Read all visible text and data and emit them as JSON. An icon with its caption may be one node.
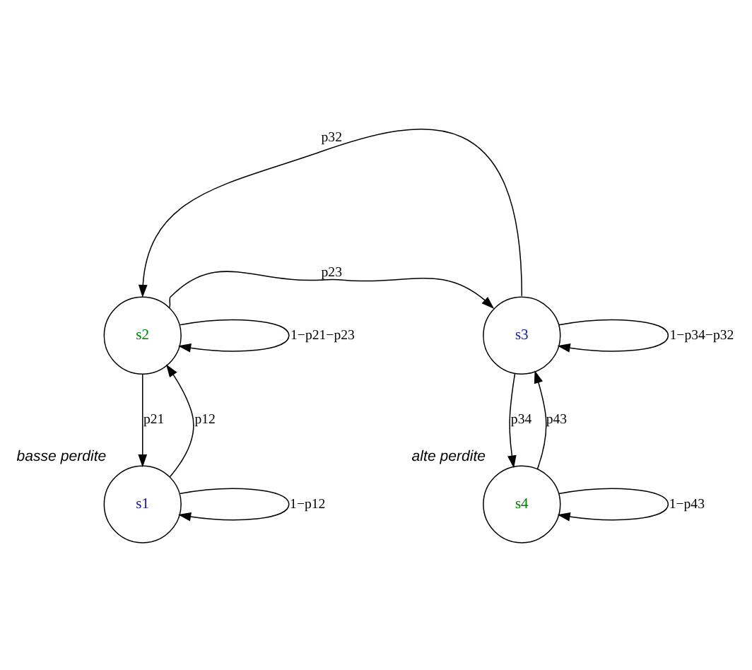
{
  "diagram": {
    "nodes": [
      {
        "text": [
          "s2"
        ]
      },
      {
        "text": [
          "s3"
        ]
      },
      {
        "text": [
          "s1"
        ],
        "beside": [
          "basse perdite"
        ]
      },
      {
        "text": [
          "s4"
        ],
        "beside": [
          "alte perdite"
        ]
      }
    ],
    "edges": [
      {
        "from": 0,
        "to": 1,
        "arrow": "to",
        "label": "p23"
      },
      {
        "from": 1,
        "to": 0,
        "arrow": "to",
        "label": "p32"
      },
      {
        "from": 0,
        "to": 0,
        "arrow": "to",
        "label": "1−p21−p23"
      },
      {
        "from": 1,
        "to": 1,
        "arrow": "to",
        "label": "1−p34−p32"
      },
      {
        "from": 2,
        "to": 0,
        "arrow": "to",
        "label": "p12"
      },
      {
        "from": 0,
        "to": 2,
        "arrow": "to",
        "label": "p21"
      },
      {
        "from": 3,
        "to": 1,
        "arrow": "to",
        "label": "p43"
      },
      {
        "from": 1,
        "to": 3,
        "arrow": "to",
        "label": "p34"
      },
      {
        "from": 2,
        "to": 2,
        "arrow": "to",
        "label": "1−p12"
      },
      {
        "from": 3,
        "to": 3,
        "arrow": "to",
        "label": "1−p43"
      }
    ]
  }
}
